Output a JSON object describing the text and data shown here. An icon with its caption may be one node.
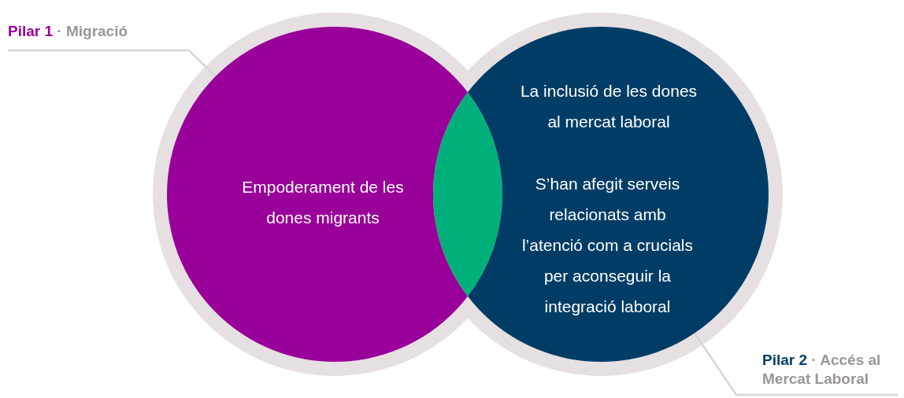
{
  "diagram": {
    "nodes": [
      {
        "text": [
          "Empoderament de les dones migrants"
        ]
      },
      {
        "text": [
          "La inclusió de les dones al mercat laboral",
          "S’han afegit serveis relacionats amb l’atenció com a crucials per aconseguir la integració laboral"
        ]
      },
      {
        "text": [
          "Pilar 1",
          "· Migració"
        ]
      },
      {
        "text": [
          "Pilar 2",
          "· Accés al Mercat Laboral"
        ]
      }
    ],
    "edges": [
      {
        "from": 2,
        "to": 0,
        "arrow": "none"
      },
      {
        "from": 3,
        "to": 1,
        "arrow": "none"
      }
    ]
  }
}
